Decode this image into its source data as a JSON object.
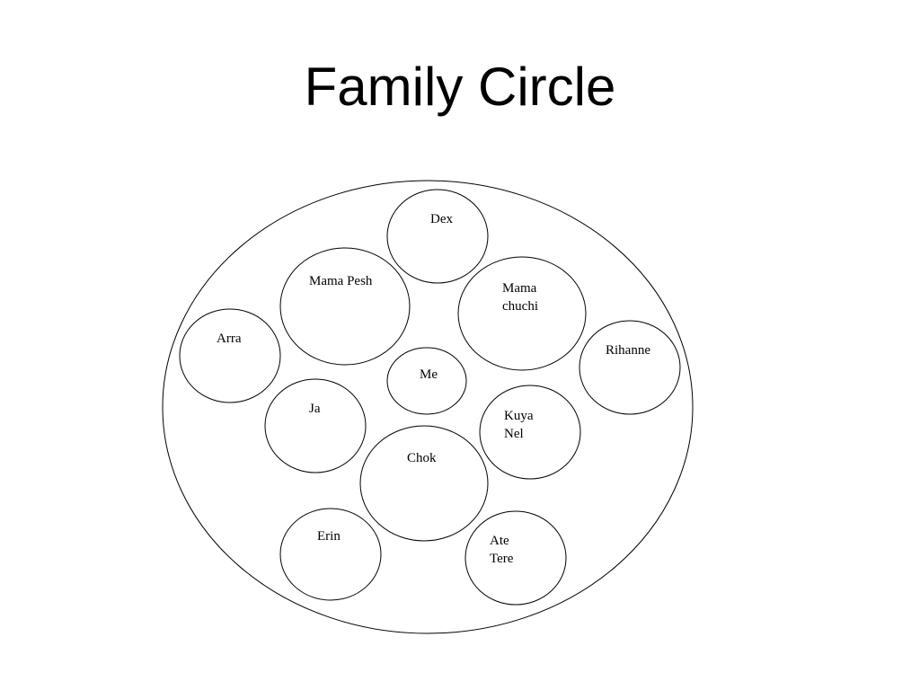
{
  "title": "Family Circle",
  "colors": {
    "stroke": "#000000",
    "background": "#ffffff",
    "text": "#000000"
  },
  "members": [
    {
      "id": "dex",
      "lines": [
        "Dex"
      ]
    },
    {
      "id": "mama-pesh",
      "lines": [
        "Mama Pesh"
      ]
    },
    {
      "id": "mama-chuchi",
      "lines": [
        "Mama",
        "chuchi"
      ]
    },
    {
      "id": "arra",
      "lines": [
        "Arra"
      ]
    },
    {
      "id": "rihanne",
      "lines": [
        "Rihanne"
      ]
    },
    {
      "id": "me",
      "lines": [
        "Me"
      ]
    },
    {
      "id": "ja",
      "lines": [
        "Ja"
      ]
    },
    {
      "id": "kuya-nel",
      "lines": [
        "Kuya",
        "Nel"
      ]
    },
    {
      "id": "chok",
      "lines": [
        "Chok"
      ]
    },
    {
      "id": "erin",
      "lines": [
        "Erin"
      ]
    },
    {
      "id": "ate-tere",
      "lines": [
        "Ate",
        "Tere"
      ]
    }
  ]
}
